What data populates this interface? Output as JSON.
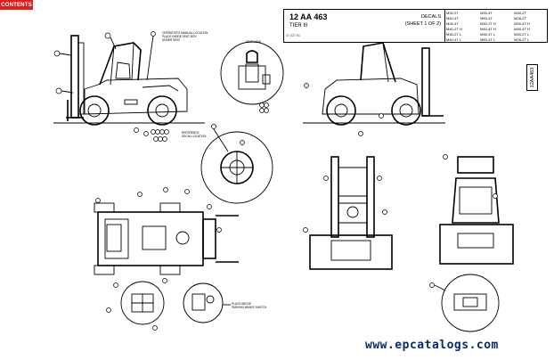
{
  "header": {
    "contents_button": "CONTENTS"
  },
  "title_block": {
    "part_number": "12 AA 463",
    "tier": "TIER III",
    "drawing_code": "07-027-91",
    "title_line1": "DECALS",
    "title_line2": "(SHEET 1 OF 2)",
    "models": [
      [
        "M30-2T",
        "M30-4T",
        "M40-2T"
      ],
      [
        "M40-4T",
        "M50-4T",
        "M26-2T"
      ],
      [
        "M26-4T",
        "M30-2T H",
        "M30-4T H"
      ],
      [
        "M40-2T H",
        "M40-4T H",
        "M50-4T H"
      ],
      [
        "M30-2T L",
        "M30-4T L",
        "M40-2T L"
      ],
      [
        "M40-4T L",
        "M50-4T L",
        "M26-2T L"
      ]
    ]
  },
  "side_reference": "12AA463",
  "annotations": {
    "operator_manual_location": "OPERATOR'S MANUAL LOCATION PLACE INSIDE SEAT BOX UNDER SEAT",
    "seat_view": "SEAT VIEW",
    "decal_location": "REFERENCE DECAL LOCATION",
    "place_above_parking_brake": "PLACE ABOVE PARKING BRAKE SWITCH"
  },
  "watermark": "www.epcatalogs.com",
  "colors": {
    "contents_bg": "#e02020",
    "watermark": "#0a2a6e"
  }
}
